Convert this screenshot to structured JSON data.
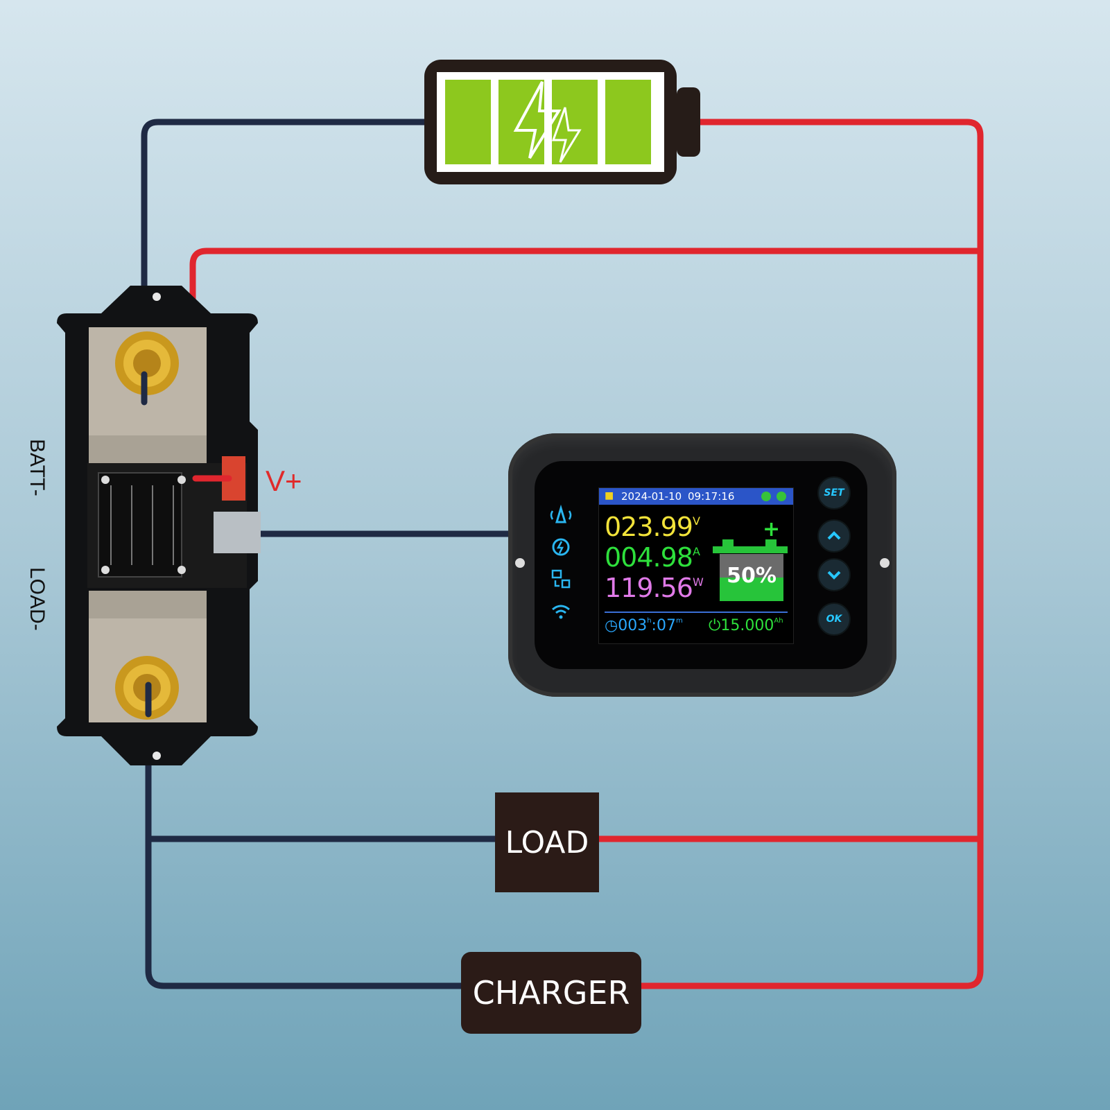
{
  "shunt": {
    "label_batt": "BATT-",
    "label_load": "LOAD-",
    "label_vplus": "V+"
  },
  "boxes": {
    "load": "LOAD",
    "charger": "CHARGER"
  },
  "monitor": {
    "date": "2024-01-10",
    "time": "09:17:16",
    "voltage": "023.99",
    "voltage_unit": "V",
    "current": "004.98",
    "current_unit": "A",
    "power": "119.56",
    "power_unit": "W",
    "soc_text": "50%",
    "soc_fraction": 0.5,
    "run_time_h": "003",
    "run_time_h_unit": "h",
    "run_time_m": ":07",
    "run_time_m_unit": "m",
    "capacity": "15.000",
    "capacity_unit": "Ah",
    "buttons": {
      "set": "SET",
      "ok": "OK"
    },
    "icons": [
      "alarm-icon",
      "charge-icon",
      "transfer-icon",
      "wifi-icon"
    ]
  },
  "colors": {
    "positive_wire": "#e0262e",
    "negative_wire": "#1f2a44",
    "battery_green": "#8dc81e"
  }
}
